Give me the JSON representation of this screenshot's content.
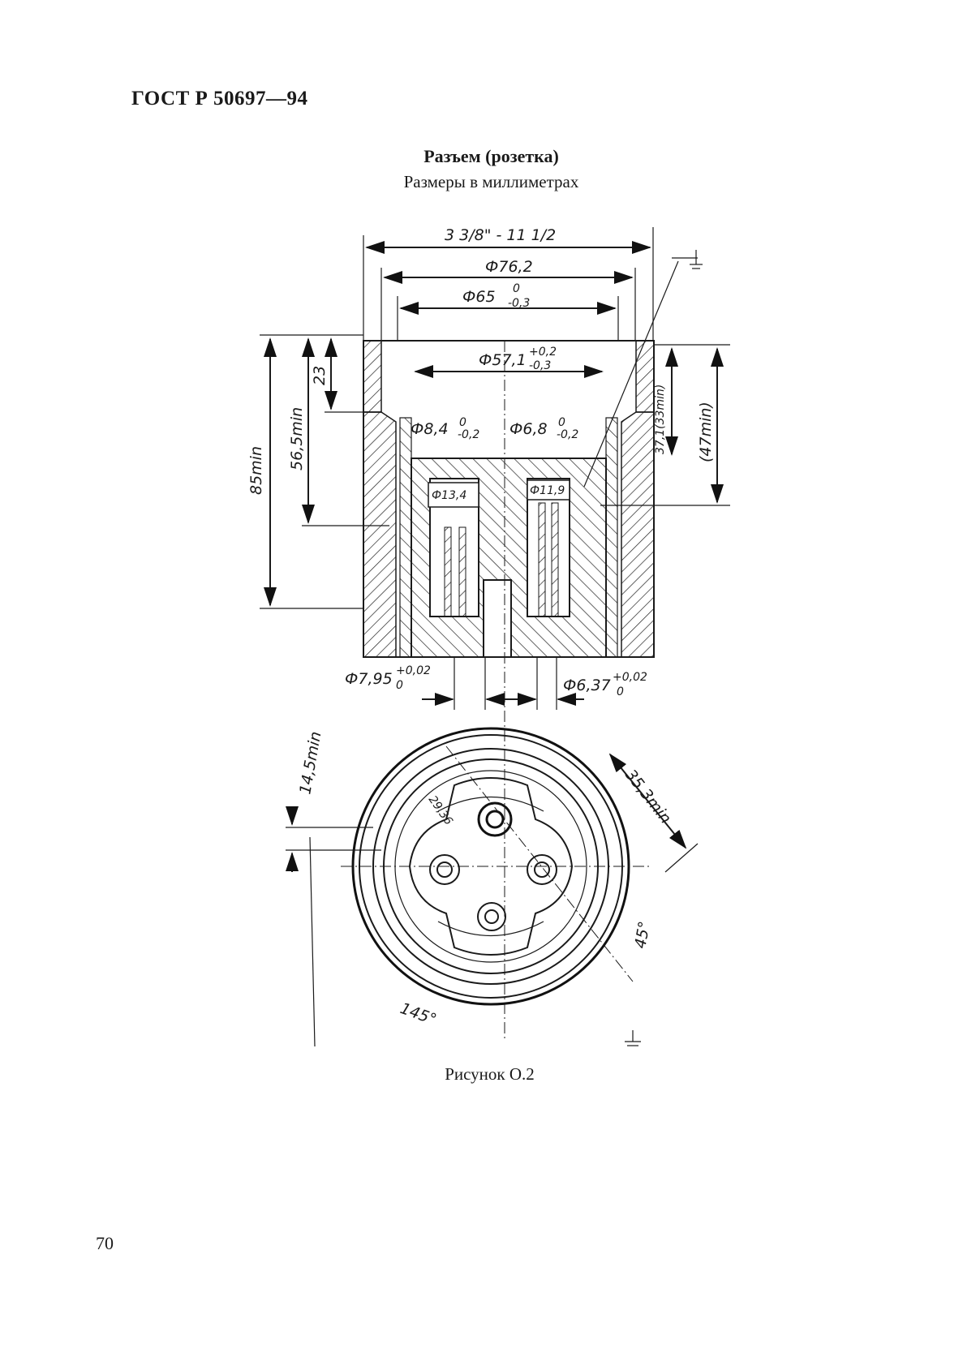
{
  "header": {
    "standard": "ГОСТ Р 50697—94"
  },
  "figure": {
    "title": "Разъем (розетка)",
    "subtitle": "Размеры в миллиметрах",
    "caption": "Рисунок О.2"
  },
  "dimensions": {
    "thread": "3 3/8\" - 11 1/2",
    "d76": "Ф76,2",
    "d65": "Ф65",
    "d65_tol_upper": "0",
    "d65_tol_lower": "-0,3",
    "d57": "Ф57,1",
    "d57_tol_upper": "+0,2",
    "d57_tol_lower": "-0,3",
    "d8_4": "Ф8,4",
    "d8_4_tol_upper": "0",
    "d8_4_tol_lower": "-0,2",
    "d6_8": "Ф6,8",
    "d6_8_tol_upper": "0",
    "d6_8_tol_lower": "-0,2",
    "d13_4": "Ф13,4",
    "d11_9": "Ф11,9",
    "d7_95": "Ф7,95",
    "d7_95_tol_upper": "+0,02",
    "d7_95_tol_lower": "0",
    "d6_37": "Ф6,37",
    "d6_37_tol_upper": "+0,02",
    "d6_37_tol_lower": "0",
    "len85": "85min",
    "len56_5": "56,5min",
    "len23": "23",
    "len37_1": "37,1(33min)",
    "len47": "(47min)",
    "len14_5": "14,5min",
    "len35_3": "35,3min",
    "len29_36": "29,36",
    "ang45": "45°",
    "ang145": "145°"
  },
  "page": {
    "number": "70"
  }
}
